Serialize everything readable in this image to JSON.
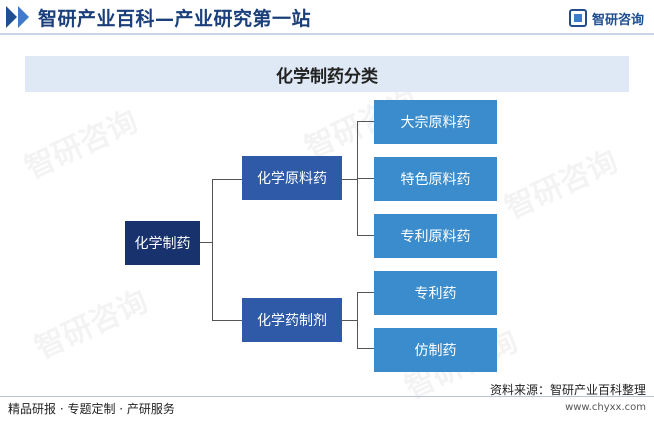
{
  "header": {
    "site_title": "智研产业百科—产业研究第一站",
    "brand_name": "智研咨询"
  },
  "title": "化学制药分类",
  "diagram": {
    "root": "化学制药",
    "branches": [
      {
        "label": "化学原料药",
        "children": [
          "大宗原料药",
          "特色原料药",
          "专利原料药"
        ]
      },
      {
        "label": "化学药制剂",
        "children": [
          "专利药",
          "仿制药"
        ]
      }
    ]
  },
  "footer": {
    "services": "精品研报 · 专题定制 · 产研服务",
    "source": "资料来源：智研产业百科整理",
    "url": "www.chyxx.com"
  },
  "colors": {
    "root": "#17326d",
    "branch": "#2f5aa8",
    "leaf": "#3a8ccc",
    "title_band": "#dfe9f5",
    "brand": "#1f4e91"
  },
  "icons": [
    "chevron-right-icon",
    "brand-logo-icon"
  ]
}
